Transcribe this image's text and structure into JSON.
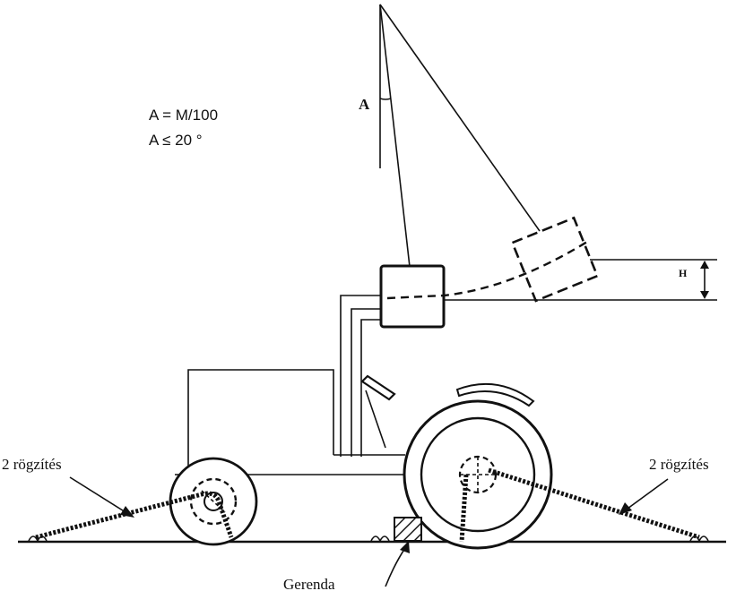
{
  "formula": {
    "line1": "A = M/100",
    "line2": "A ≤ 20 °"
  },
  "labels": {
    "angle": "A",
    "height": "H",
    "lashing_left": "2 rögzítés",
    "lashing_right": "2 rögzítés",
    "beam": "Gerenda"
  }
}
